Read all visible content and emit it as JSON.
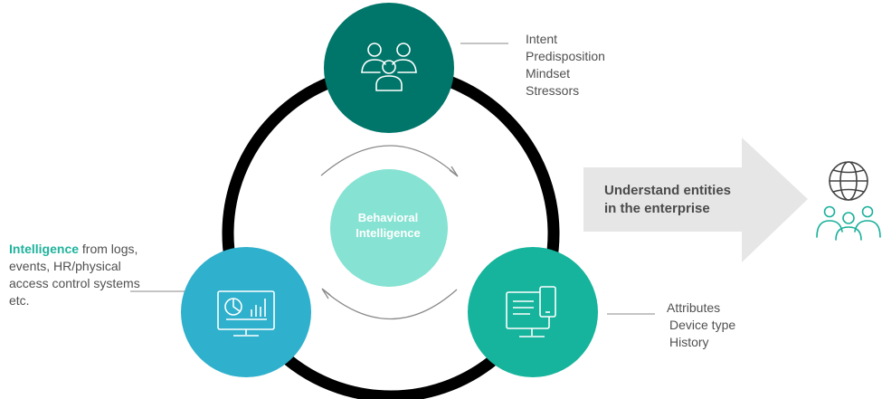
{
  "top_node": {
    "icon": "people-group-icon",
    "color": "#00766a",
    "items": [
      "Intent",
      "Predisposition",
      "Mindset",
      "Stressors"
    ]
  },
  "right_node": {
    "icon": "devices-icon",
    "color": "#16b49c",
    "items": [
      "Attributes",
      "Device type",
      "History"
    ]
  },
  "left_node": {
    "icon": "dashboard-monitor-icon",
    "color": "#2fb0cc",
    "highlight": "Intelligence",
    "text_lines": [
      " from logs,",
      "events, HR/physical",
      "access control systems",
      "etc."
    ]
  },
  "center": {
    "line1": "Behavioral",
    "line2": "Intelligence",
    "color": "#86e2d2"
  },
  "outcome": {
    "line1": "Understand entities",
    "line2": "in the enterprise",
    "icon": "globe-users-icon",
    "arrow_color": "#e6e6e6",
    "icon_color": "#19b09a"
  },
  "colors": {
    "ring": "#000000",
    "text": "#505050",
    "accent": "#1fb39c"
  }
}
